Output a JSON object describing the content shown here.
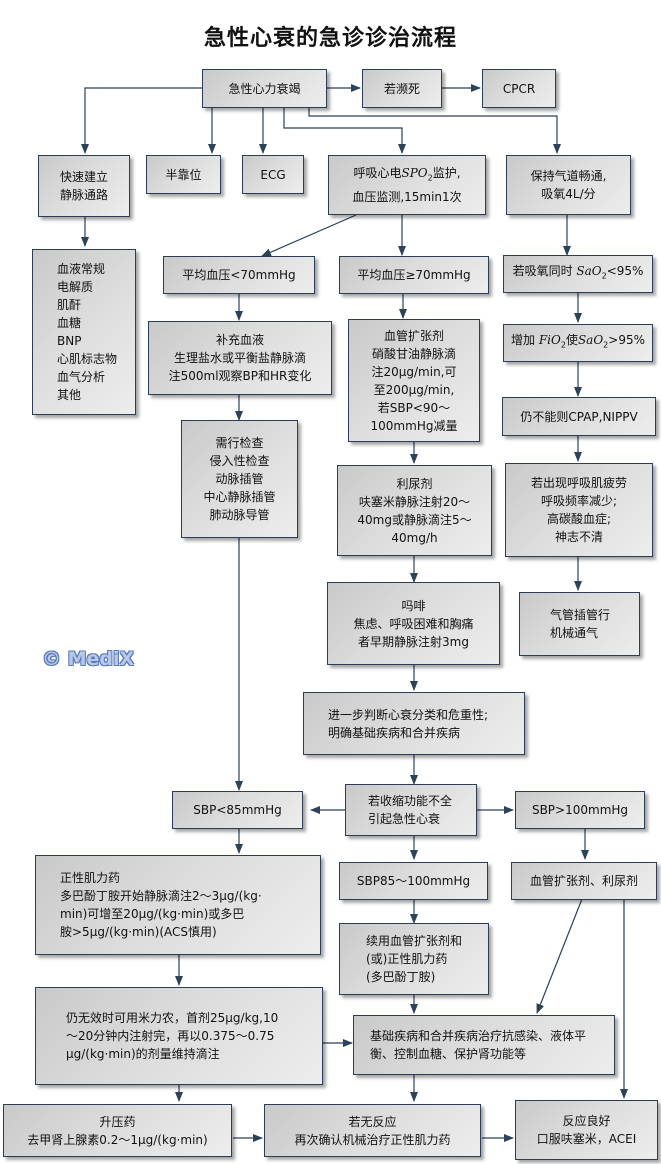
{
  "title": "急性心衰的急诊诊治流程",
  "watermark": "© MediX",
  "colors": {
    "border": "#2c3e56",
    "fill_dark": "#c9c9c9",
    "fill_light": "#ededed",
    "watermark": "#b8c8e8"
  },
  "nodes": {
    "start": "急性心力衰竭",
    "near_death": "若濒死",
    "cpcr": "CPCR",
    "iv_access": "快速建立\n静脉通路",
    "semi_recumbent": "半靠位",
    "ecg": "ECG",
    "monitor": {
      "pre": "呼吸心电",
      "sym": "SPO",
      "sub": "2",
      "post": "监护,\n血压监测,15min1次"
    },
    "airway": "保持气道畅通,\n吸氧4L/分",
    "labs": "血液常规\n电解质\n肌酐\n血糖\nBNP\n心肌标志物\n血气分析\n其他",
    "map_low": "平均血压<70mmHg",
    "map_high": "平均血压≥70mmHg",
    "sao2_low": {
      "pre": "若吸氧同时 ",
      "sym": "SaO",
      "sub": "2",
      "post": "<95%"
    },
    "fluid": "补充血液\n生理盐水或平衡盐静脉滴\n注500ml观察BP和HR变化",
    "vasodilator": "血管扩张剂\n硝酸甘油静脉滴\n注20μg/min,可\n至200μg/min,\n若SBP<90～\n100mmHg减量",
    "fio2": {
      "pre": "增加 ",
      "sym1": "FiO",
      "sub1": "2",
      "mid": "使",
      "sym2": "SaO",
      "sub2": "2",
      "post": ">95%"
    },
    "cpap": "仍不能则CPAP,NIPPV",
    "invasive": "需行检查\n侵入性检查\n动脉插管\n中心静脉插管\n肺动脉导管",
    "diuretic": "利尿剂\n呋塞米静脉注射20～\n40mg或静脉滴注5～\n40mg/h",
    "fatigue": "若出现呼吸肌疲劳\n呼吸频率减少;\n高碳酸血症;\n神志不清",
    "morphine": "吗啡\n焦虑、呼吸困难和胸痛\n者早期静脉注射3mg",
    "intubation": "气管插管行\n机械通气",
    "classify": "进一步判断心衰分类和危重性;\n明确基础疾病和合并疾病",
    "systolic": "若收缩功能不全\n引起急性心衰",
    "sbp_low": "SBP<85mmHg",
    "sbp_high": "SBP>100mmHg",
    "inotrope": "正性肌力药\n  多巴酚丁胺开始静脉滴注2～3μg/(kg·\n     min)可增至20μg/(kg·min)或多巴\n  胺>5μg/(kg·min)(ACS慎用)",
    "sbp_mid": "SBP85～100mmHg",
    "vaso_diur": "血管扩张剂、利尿剂",
    "continue": "续用血管扩张剂和\n(或)正性肌力药\n(多巴酚丁胺)",
    "milrinone": "仍无效时可用米力农，首剂25μg/kg,10\n～20分钟内注射完，再以0.375～0.75\nμg/(kg·min)的剂量维持滴注",
    "underlying": "基础疾病和合并疾病治疗抗感染、液体平\n衡、控制血糖、保护肾功能等",
    "vasopressor": "升压药\n去甲肾上腺素0.2～1μg/(kg·min)",
    "no_response": "若无反应\n再次确认机械治疗正性肌力药",
    "good_response": "反应良好\n口服呋塞米，ACEI"
  }
}
